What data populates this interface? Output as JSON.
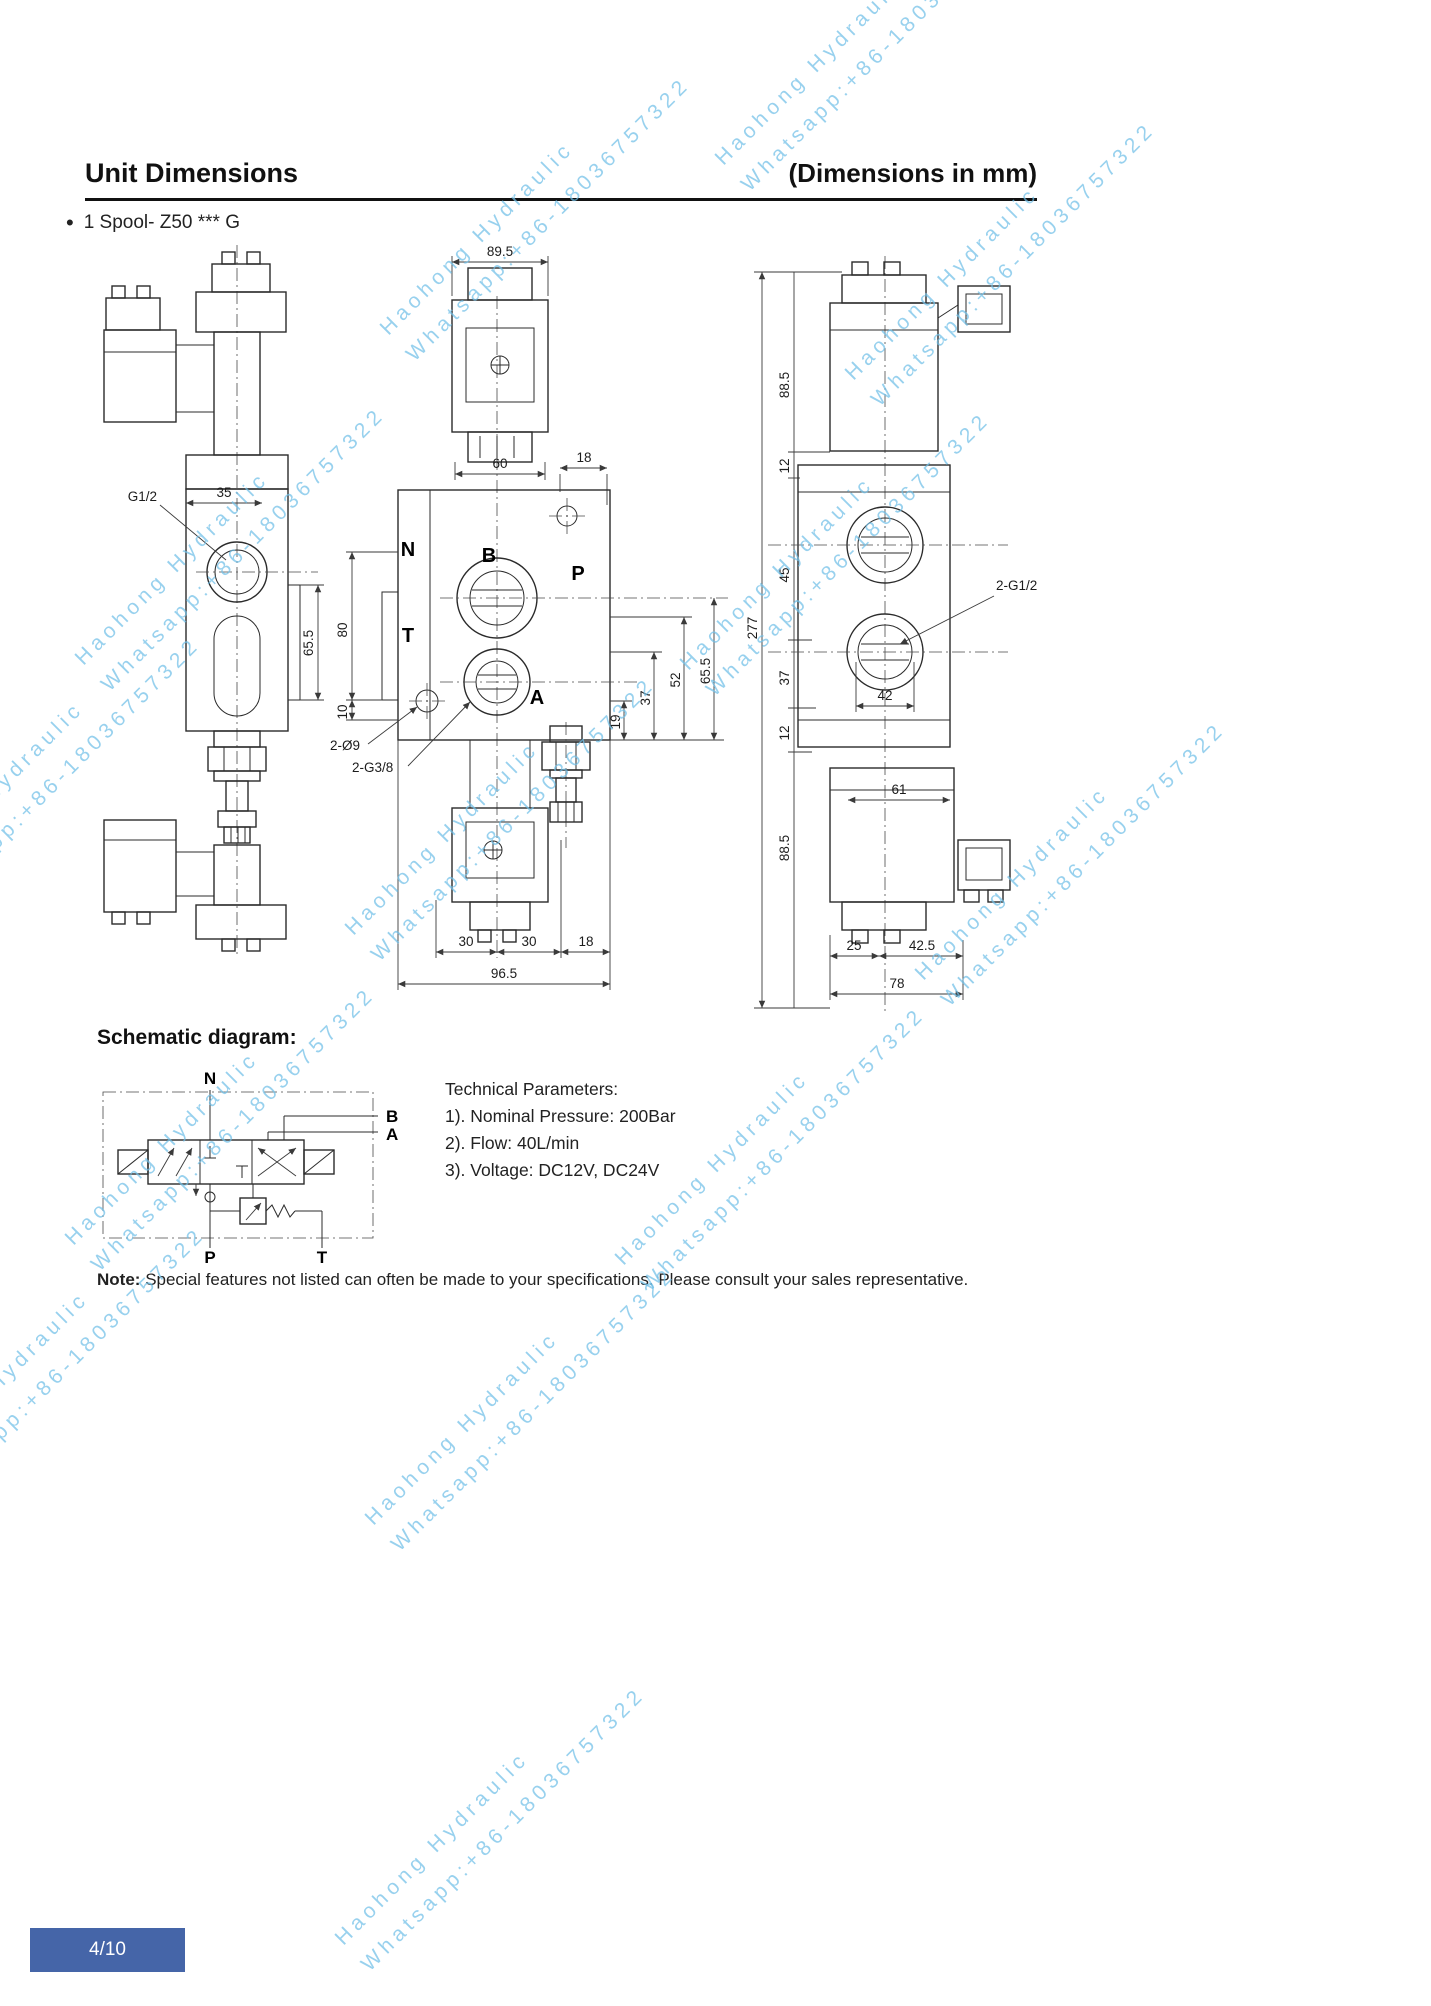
{
  "header": {
    "title": "Unit Dimensions",
    "subtitle": "(Dimensions in mm)"
  },
  "variant": {
    "bullet": "•",
    "label": "1 Spool- Z50 *** G"
  },
  "watermark": {
    "line1": "Haohong Hydraulic",
    "line2": "Whatsapp:+86-18036757322"
  },
  "front_view": {
    "port_thread": "G1/2",
    "width_top": "35",
    "height_right": "65.5"
  },
  "top_view": {
    "overall_width": "89.5",
    "coil_width": "60",
    "offset_top": "18",
    "port_n": "N",
    "port_b": "B",
    "port_p": "P",
    "port_t": "T",
    "port_a": "A",
    "dim_80": "80",
    "dim_10": "10",
    "holes": "2-Ø9",
    "thread_ab": "2-G3/8",
    "dim_19": "19",
    "dim_37": "37",
    "dim_52": "52",
    "dim_65_5": "65.5",
    "dim_30a": "30",
    "dim_30b": "30",
    "dim_18": "18",
    "dim_96_5": "96.5"
  },
  "side_view": {
    "overall_height": "277",
    "dim_88_5a": "88.5",
    "dim_12a": "12",
    "dim_45": "45",
    "dim_37": "37",
    "dim_12b": "12",
    "dim_88_5b": "88.5",
    "thread": "2-G1/2",
    "dim_42": "42",
    "dim_61": "61",
    "dim_25": "25",
    "dim_42_5": "42.5",
    "dim_78": "78"
  },
  "schematic": {
    "heading": "Schematic diagram:",
    "port_n": "N",
    "port_b": "B",
    "port_a": "A",
    "port_p": "P",
    "port_t": "T"
  },
  "technical": {
    "heading": "Technical Parameters:",
    "items": [
      "1). Nominal Pressure: 200Bar",
      "2). Flow: 40L/min",
      "3). Voltage: DC12V, DC24V"
    ]
  },
  "note": {
    "label": "Note:",
    "text": "Special features not listed can often be made to your specifications. Please consult your sales representative."
  },
  "footer": {
    "page": "4/10"
  }
}
